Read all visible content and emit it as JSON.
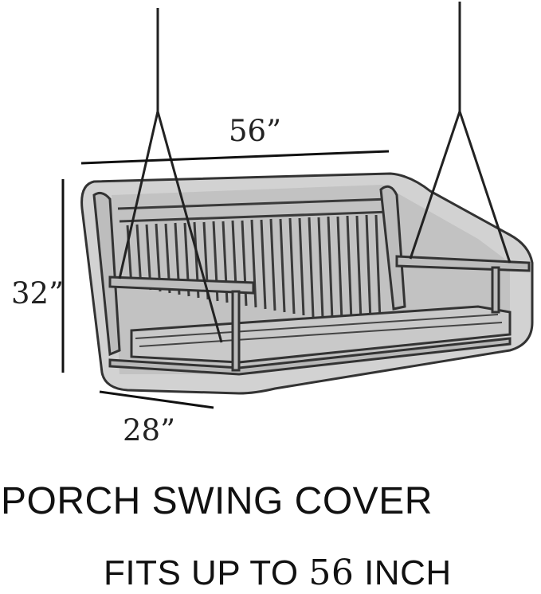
{
  "dimensions": {
    "width": "56”",
    "height": "32”",
    "depth": "28”"
  },
  "caption": {
    "title": "PORCH SWING COVER",
    "subtitle_prefix": "FITS UP TO ",
    "subtitle_number": "56",
    "subtitle_suffix": " INCH"
  }
}
